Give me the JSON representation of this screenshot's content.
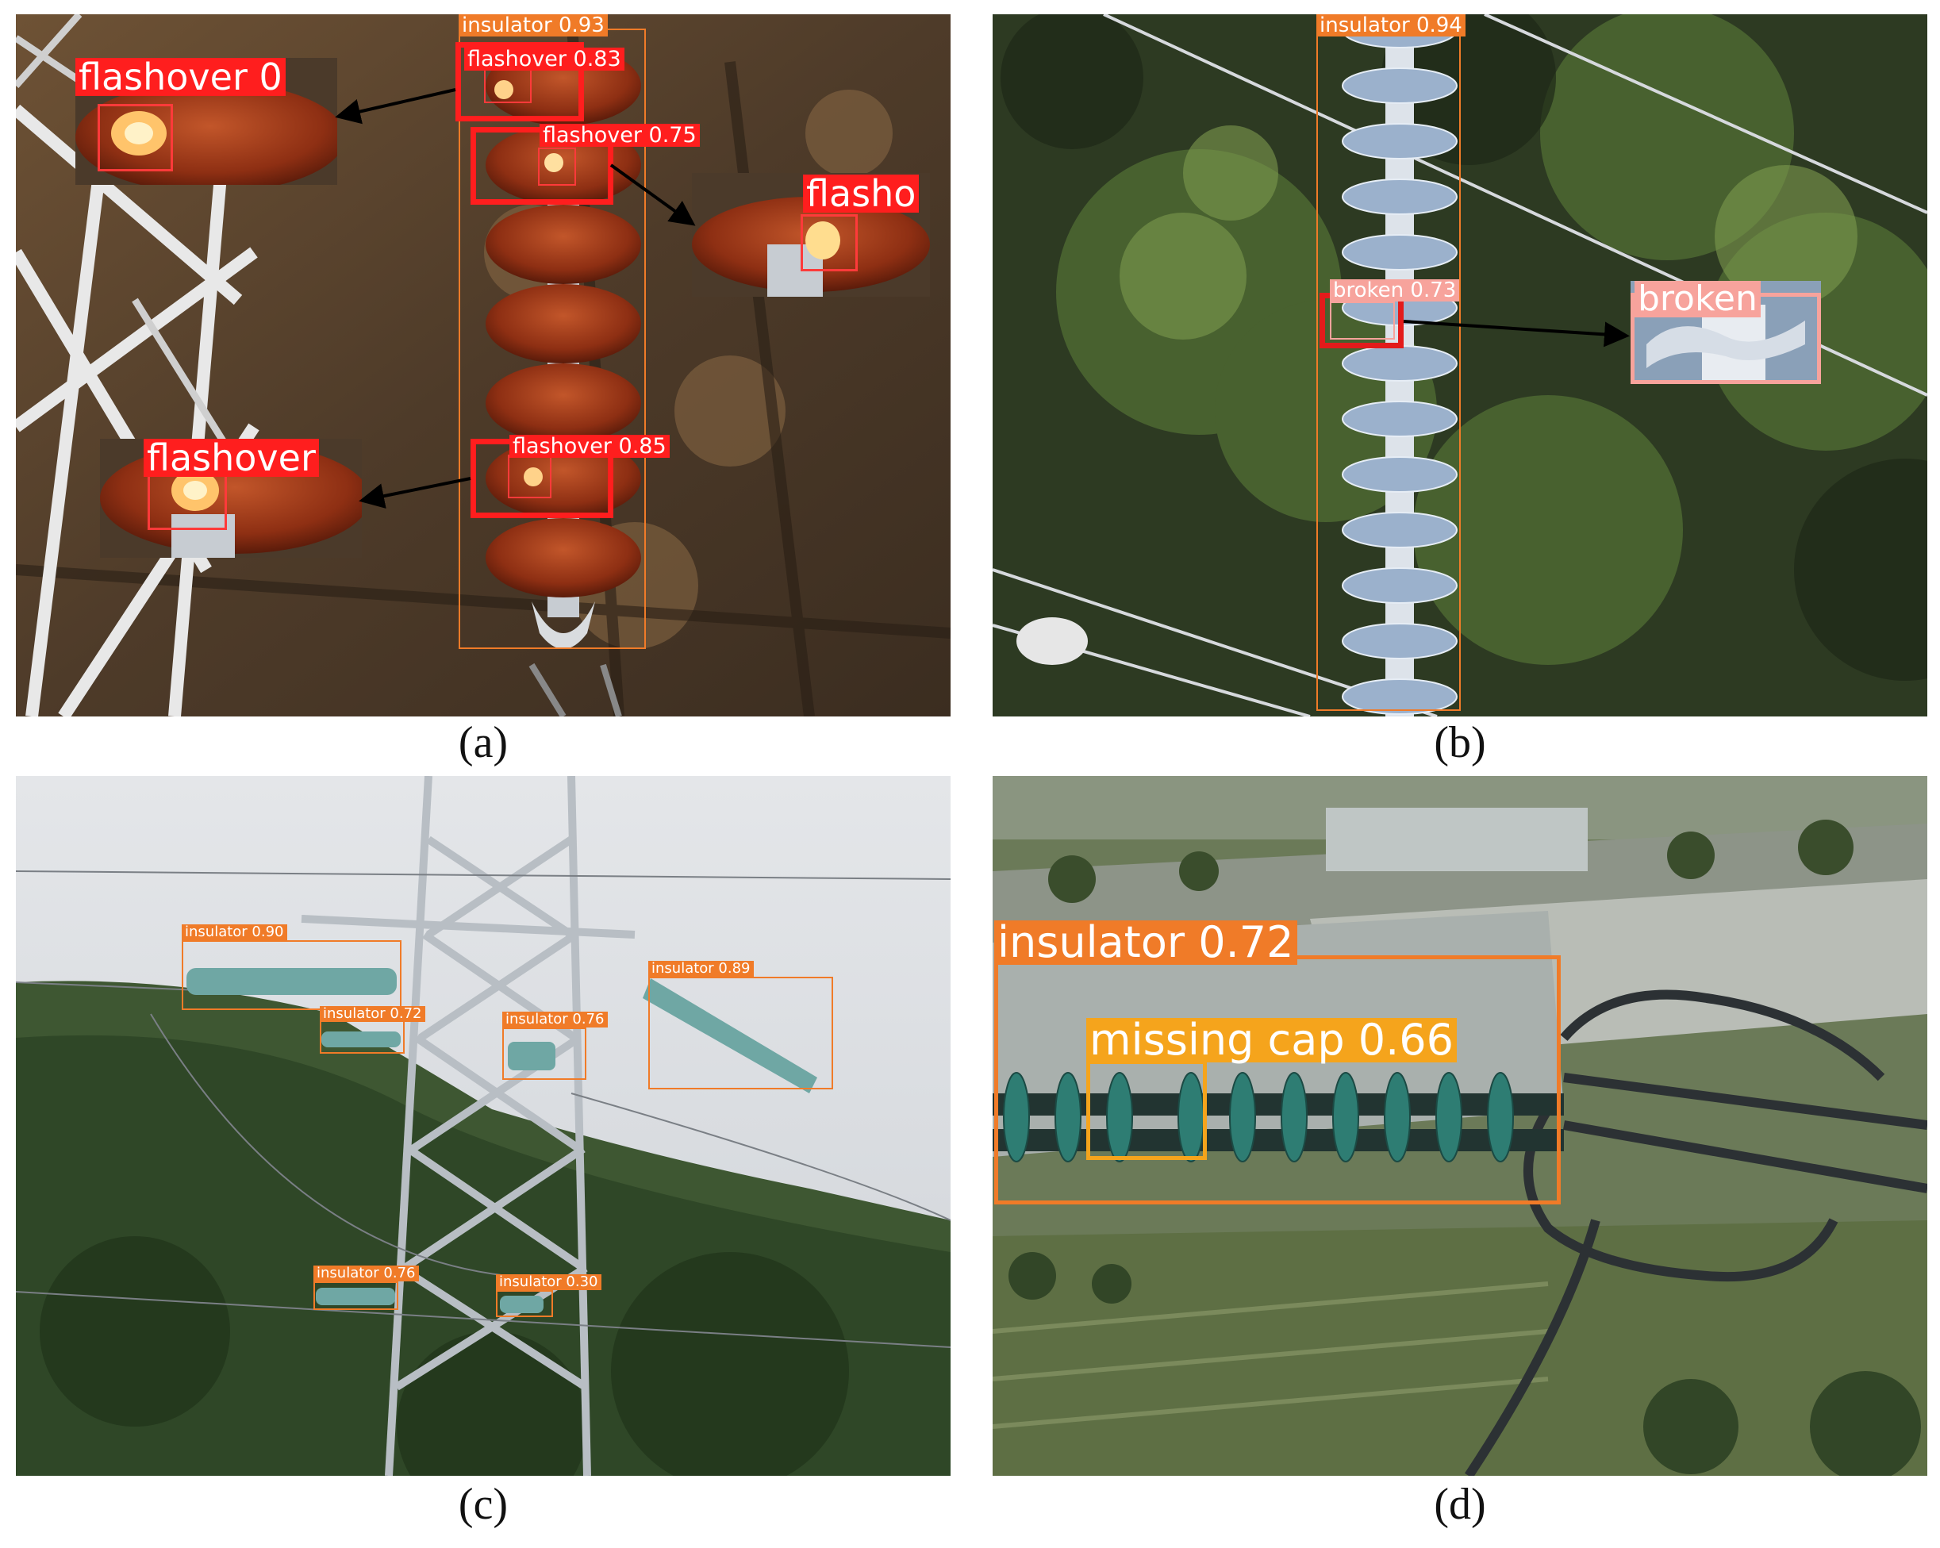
{
  "captions": {
    "a": "(a)",
    "b": "(b)",
    "c": "(c)",
    "d": "(d)"
  },
  "colors": {
    "insulator_box": "#f07b28",
    "flashover_box": "#ff1e1e",
    "broken_box": "#e31b1b",
    "broken_label": "#f7a39c",
    "missing_cap_box": "#f5a41c"
  },
  "panel_a": {
    "main_label": "insulator 0.93",
    "det_1": "flashover 0.83",
    "det_2": "flashover 0.75",
    "det_3": "flashover 0.85",
    "inset_1": "flashover 0",
    "inset_2": "flasho",
    "inset_3": "flashover"
  },
  "panel_b": {
    "main_label": "insulator 0.94",
    "det_1": "broken 0.73",
    "inset_1": "broken"
  },
  "panel_c": {
    "det_1": "insulator 0.90",
    "det_2": "insulator 0.72",
    "det_3": "insulator 0.76",
    "det_4": "insulator 0.89",
    "det_5": "insulator 0.76",
    "det_6": "insulator 0.30"
  },
  "panel_d": {
    "det_1": "insulator 0.72",
    "det_2": "missing cap 0.66"
  }
}
